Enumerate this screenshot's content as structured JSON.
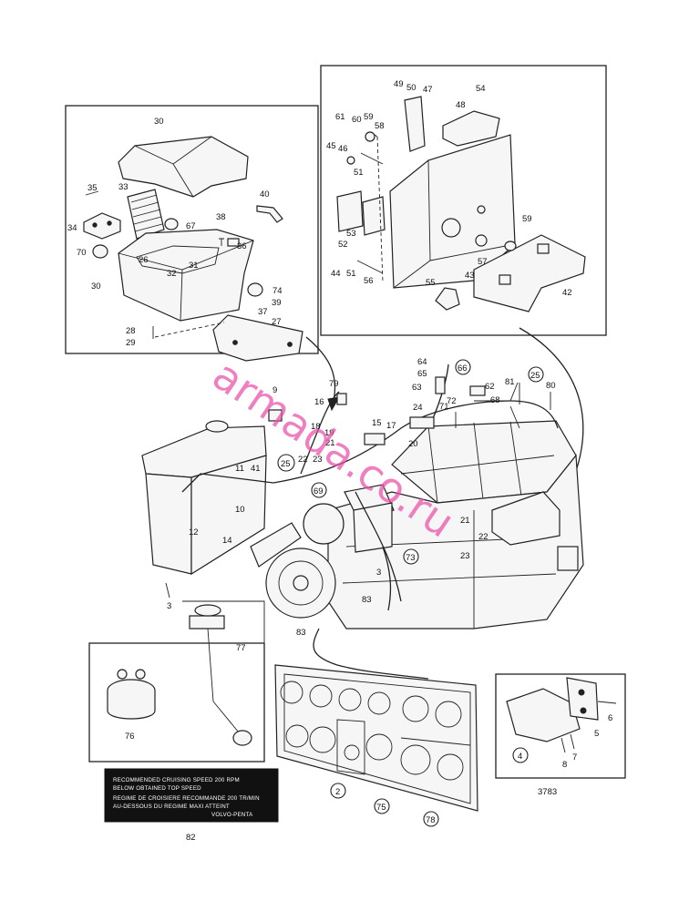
{
  "watermark": "armada.co.ru",
  "drawing_number": "3783",
  "plate": {
    "lines": [
      "RECOMMENDED CRUISING SPEED 200  RPM",
      "BELOW OBTAINED TOP SPEED",
      "REGIME DE CROISIERE RECOMMANDE 200 TR/MIN",
      "AU-DESSOUS DU REGIME MAXI ATTEINT",
      "VOLVO-PENTA"
    ]
  },
  "callouts": [
    "30",
    "35",
    "33",
    "40",
    "34",
    "67",
    "38",
    "36",
    "70",
    "26",
    "31",
    "32",
    "30",
    "74",
    "39",
    "37",
    "28",
    "29",
    "27",
    "49",
    "50",
    "47",
    "54",
    "48",
    "61",
    "60",
    "59",
    "58",
    "45",
    "46",
    "51",
    "52",
    "53",
    "59",
    "44",
    "51",
    "56",
    "43",
    "57",
    "55",
    "42",
    "64",
    "65",
    "66",
    "63",
    "62",
    "68",
    "81",
    "25",
    "80",
    "79",
    "16",
    "18",
    "19",
    "24",
    "71",
    "72",
    "15",
    "17",
    "20",
    "21",
    "9",
    "23",
    "22",
    "25",
    "11",
    "41",
    "69",
    "10",
    "12",
    "14",
    "3",
    "21",
    "22",
    "23",
    "73",
    "3",
    "83",
    "83",
    "77",
    "76",
    "2",
    "75",
    "78",
    "82",
    "4",
    "5",
    "6",
    "7",
    "8"
  ],
  "circled_callouts": [
    "66",
    "25",
    "25",
    "69",
    "73",
    "2",
    "75",
    "78",
    "4"
  ]
}
